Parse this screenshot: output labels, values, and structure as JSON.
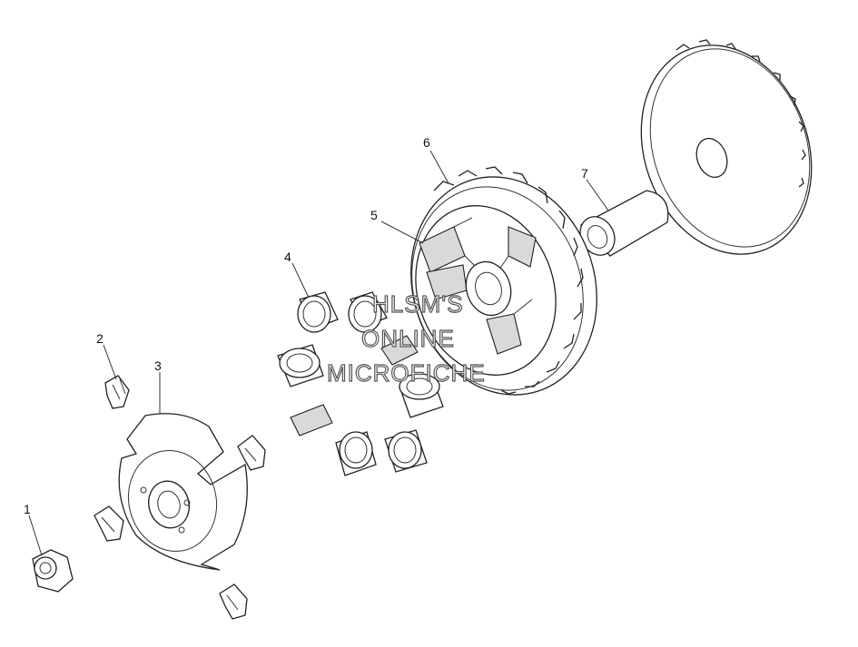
{
  "diagram": {
    "callouts": [
      {
        "id": "1",
        "label": "1"
      },
      {
        "id": "2",
        "label": "2"
      },
      {
        "id": "3",
        "label": "3"
      },
      {
        "id": "4",
        "label": "4"
      },
      {
        "id": "5",
        "label": "5"
      },
      {
        "id": "6",
        "label": "6"
      },
      {
        "id": "7",
        "label": "7"
      }
    ],
    "watermark": {
      "line1": "HLSM'S",
      "line2": "ONLINE",
      "line3": "MICROFICHE"
    }
  }
}
